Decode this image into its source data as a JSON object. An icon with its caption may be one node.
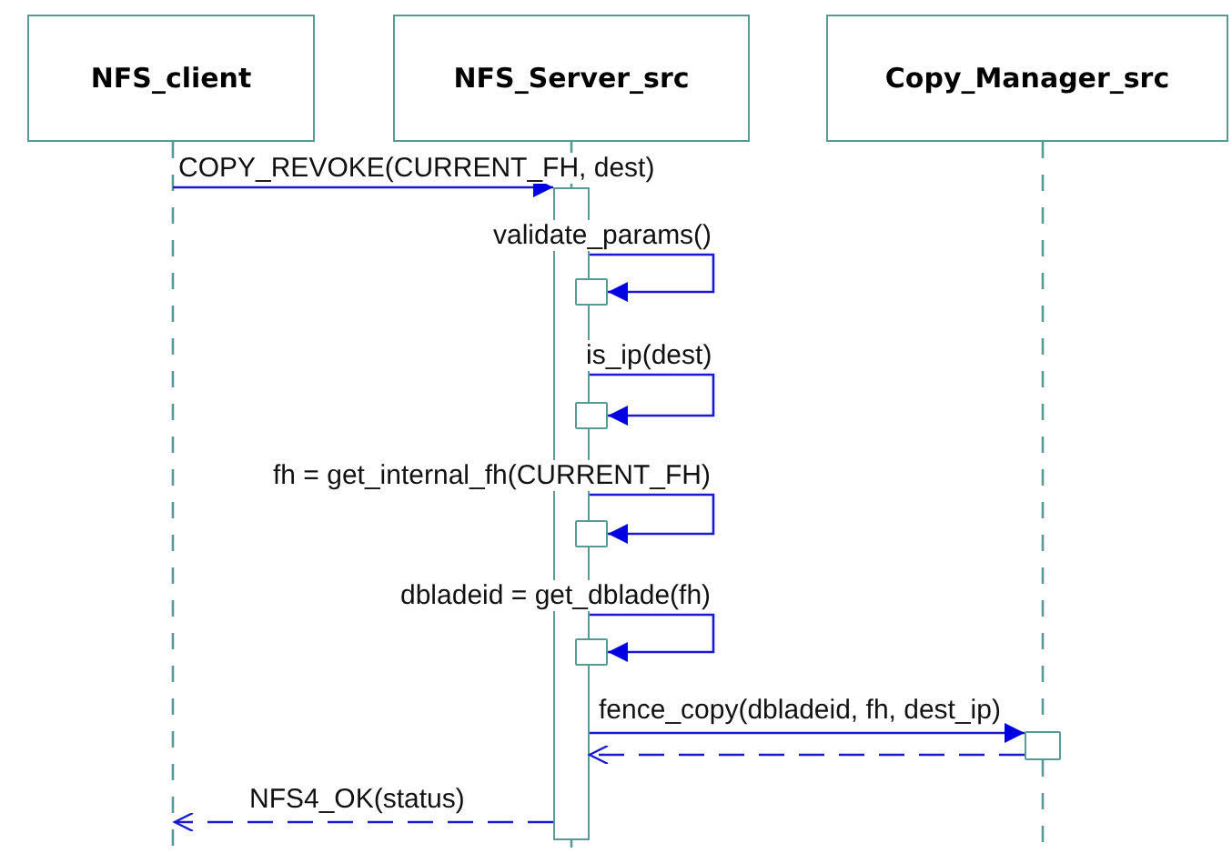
{
  "diagram": {
    "nodes": [
      {
        "text": [
          "NFS_client"
        ]
      },
      {
        "text": [
          "NFS_Server_src"
        ]
      },
      {
        "text": [
          "Copy_Manager_src"
        ]
      },
      {
        "text": [],
        "shape": "bar"
      },
      {
        "text": [],
        "shape": "box"
      },
      {
        "text": [],
        "shape": "box"
      },
      {
        "text": [],
        "shape": "box"
      },
      {
        "text": [],
        "shape": "box"
      },
      {
        "text": [],
        "shape": "box"
      }
    ],
    "edges": [
      {
        "from": null,
        "to": 3,
        "arrow": "to",
        "label": "COPY_REVOKE(CURRENT_FH, dest)"
      },
      {
        "from": 3,
        "to": 4,
        "arrow": "to",
        "label": "validate_params()"
      },
      {
        "from": 3,
        "to": 5,
        "arrow": "to",
        "label": "is_ip(dest)"
      },
      {
        "from": 3,
        "to": 6,
        "arrow": "to",
        "label": "fh = get_internal_fh(CURRENT_FH)"
      },
      {
        "from": 3,
        "to": 7,
        "arrow": "to",
        "label": "dbladeid = get_dblade(fh)"
      },
      {
        "from": 3,
        "to": 8,
        "arrow": "to",
        "label": "fence_copy(dbladeid, fh, dest_ip)"
      },
      {
        "from": 8,
        "to": 3,
        "arrow": "to",
        "style": "dashed"
      },
      {
        "from": 3,
        "to": null,
        "arrow": "to",
        "style": "dashed",
        "label": "NFS4_OK(status)"
      },
      {
        "from": 0,
        "to": null,
        "arrow": "none",
        "style": "dashed",
        "color": "#5a9a96"
      },
      {
        "from": 1,
        "to": 3,
        "arrow": "none",
        "style": "dashed",
        "color": "#5a9a96"
      },
      {
        "from": 3,
        "to": null,
        "arrow": "none",
        "style": "dashed",
        "color": "#5a9a96"
      },
      {
        "from": 2,
        "to": 8,
        "arrow": "none",
        "style": "dashed",
        "color": "#5a9a96"
      },
      {
        "from": 8,
        "to": null,
        "arrow": "none",
        "style": "dashed",
        "color": "#5a9a96"
      }
    ]
  }
}
